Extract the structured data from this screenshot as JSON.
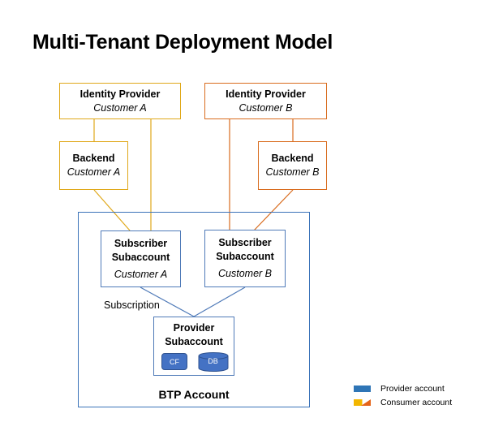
{
  "title": "Multi-Tenant Deployment Model",
  "identity_provider_a": {
    "title": "Identity Provider",
    "subtitle": "Customer A"
  },
  "identity_provider_b": {
    "title": "Identity Provider",
    "subtitle": "Customer B"
  },
  "backend_a": {
    "title": "Backend",
    "subtitle": "Customer A"
  },
  "backend_b": {
    "title": "Backend",
    "subtitle": "Customer B"
  },
  "subscriber_a": {
    "line1": "Subscriber",
    "line2": "Subaccount",
    "subtitle": "Customer A"
  },
  "subscriber_b": {
    "line1": "Subscriber",
    "line2": "Subaccount",
    "subtitle": "Customer B"
  },
  "subscription_label": "Subscription",
  "provider": {
    "line1": "Provider",
    "line2": "Subaccount",
    "cf_label": "CF",
    "db_label": "DB"
  },
  "btp_account_label": "BTP Account",
  "legend": [
    {
      "label": "Provider account",
      "colors": [
        "#2e75b6",
        "#2e75b6"
      ]
    },
    {
      "label": "Consumer account",
      "colors": [
        "#f2b600",
        "#e5641a"
      ]
    }
  ],
  "colors": {
    "customer_a": "#e0a81a",
    "customer_b": "#d96c1e",
    "provider": "#4f7ab8"
  }
}
